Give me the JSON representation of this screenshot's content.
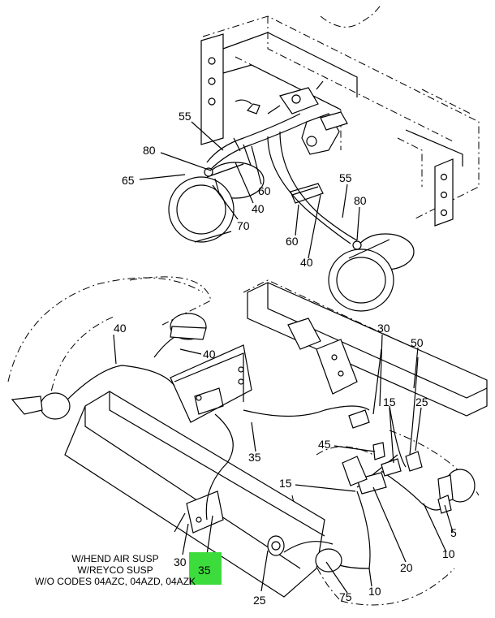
{
  "highlight_color": "#3cdc3c",
  "callouts": [
    {
      "id": "55",
      "text": "55"
    },
    {
      "id": "80",
      "text": "80"
    },
    {
      "id": "65",
      "text": "65"
    },
    {
      "id": "60",
      "text": "60"
    },
    {
      "id": "40",
      "text": "40"
    },
    {
      "id": "70",
      "text": "70"
    },
    {
      "id": "55",
      "text": "55"
    },
    {
      "id": "80",
      "text": "80"
    },
    {
      "id": "60",
      "text": "60"
    },
    {
      "id": "40",
      "text": "40"
    },
    {
      "id": "40",
      "text": "40"
    },
    {
      "id": "40",
      "text": "40"
    },
    {
      "id": "30",
      "text": "30"
    },
    {
      "id": "50",
      "text": "50"
    },
    {
      "id": "15",
      "text": "15"
    },
    {
      "id": "25",
      "text": "25"
    },
    {
      "id": "35",
      "text": "35"
    },
    {
      "id": "45",
      "text": "45"
    },
    {
      "id": "15",
      "text": "15"
    },
    {
      "id": "5",
      "text": "5"
    },
    {
      "id": "10",
      "text": "10"
    },
    {
      "id": "20",
      "text": "20"
    },
    {
      "id": "30",
      "text": "30"
    },
    {
      "id": "35",
      "text": "35",
      "highlighted": true
    },
    {
      "id": "75",
      "text": "75"
    },
    {
      "id": "10",
      "text": "10"
    },
    {
      "id": "25",
      "text": "25"
    }
  ],
  "note_lines": [
    "W/HEND AIR SUSP",
    "W/REYCO SUSP",
    "W/O CODES 04AZC, 04AZD, 04AZK"
  ]
}
